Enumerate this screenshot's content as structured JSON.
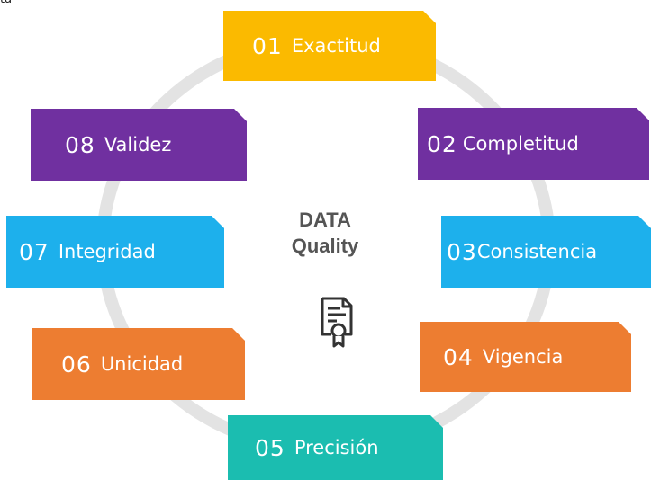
{
  "stray_text": "ta",
  "center": {
    "line1": "DATA",
    "line2": "Quality",
    "icon": "certificate-document-icon"
  },
  "items": [
    {
      "num": "01",
      "label": "Exactitud",
      "color": "#FBBA00"
    },
    {
      "num": "02",
      "label": "Completitud",
      "color": "#7030A0"
    },
    {
      "num": "03",
      "label": "Consistencia",
      "color": "#1DB0EC"
    },
    {
      "num": "04",
      "label": "Vigencia",
      "color": "#ED7D31"
    },
    {
      "num": "05",
      "label": "Precisión",
      "color": "#1BBDB0"
    },
    {
      "num": "06",
      "label": "Unicidad",
      "color": "#ED7D31"
    },
    {
      "num": "07",
      "label": "Integridad",
      "color": "#1DB0EC"
    },
    {
      "num": "08",
      "label": "Validez",
      "color": "#7030A0"
    }
  ],
  "ring_color": "#E3E3E3"
}
